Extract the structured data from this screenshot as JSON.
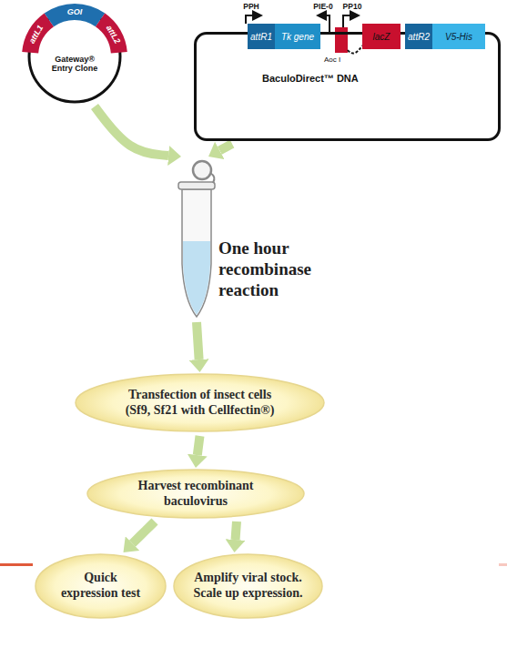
{
  "diagram": {
    "nodes": [
      {
        "text": [
          "Gateway® Entry Clone"
        ]
      },
      {
        "text": [
          "BaculoDirect™ DNA"
        ]
      },
      {
        "text": [
          "attR1"
        ],
        "in": 1
      },
      {
        "text": [
          "Tk gene"
        ],
        "in": 1
      },
      {
        "text": [
          "lacZ"
        ],
        "in": 1
      },
      {
        "text": [
          "attR2"
        ],
        "in": 1
      },
      {
        "text": [
          "V5-His"
        ],
        "in": 1
      },
      {
        "text": [
          "One hour recombinase reaction"
        ]
      },
      {
        "text": [
          "Transfection of insect cells (Sf9, Sf21 with Cellfectin®)"
        ]
      },
      {
        "text": [
          "Harvest recombinant baculovirus"
        ]
      },
      {
        "text": [
          "Quick expression test"
        ]
      },
      {
        "text": [
          "Amplify viral stock. Scale up expression."
        ]
      }
    ],
    "edges": [
      {
        "from": 0,
        "to": 7,
        "arrow": "to"
      },
      {
        "from": 1,
        "to": 7,
        "arrow": "to"
      },
      {
        "from": 7,
        "to": 8,
        "arrow": "to"
      },
      {
        "from": 8,
        "to": 9,
        "arrow": "to"
      },
      {
        "from": 9,
        "to": 10,
        "arrow": "to"
      },
      {
        "from": 9,
        "to": 11,
        "arrow": "to"
      }
    ],
    "labels": [
      "attL1",
      "GOI",
      "attL2",
      "PPH",
      "PIE-0",
      "PP10",
      "Aoc I"
    ]
  }
}
